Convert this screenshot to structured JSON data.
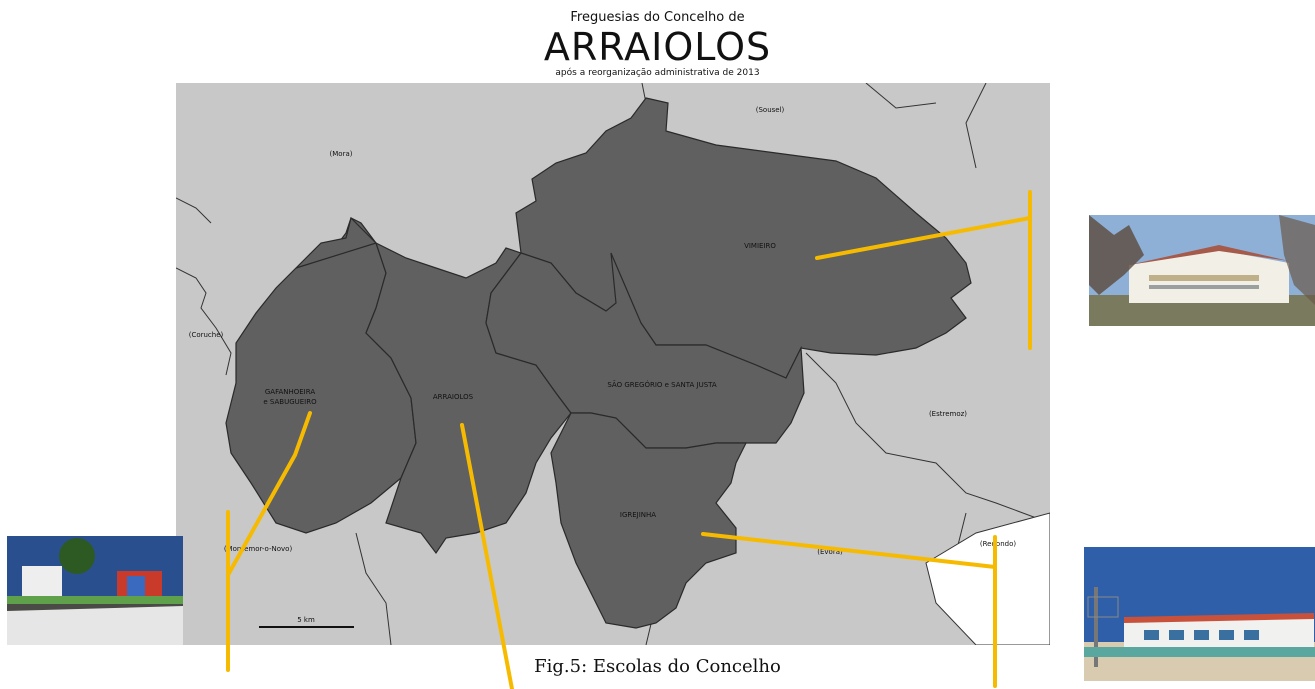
{
  "header": {
    "supertitle": "Freguesias do Concelho de",
    "title": "ARRAIOLOS",
    "subtitle": "após a reorganização administrativa de 2013"
  },
  "parishes": {
    "vimieiro": "VIMIEIRO",
    "gafanhoeira_line1": "GAFANHOEIRA",
    "gafanhoeira_line2": "e SABUGUEIRO",
    "arraiolos": "ARRAIOLOS",
    "sao_gregorio": "SÃO GREGÓRIO e SANTA JUSTA",
    "igrejinha": "IGREJINHA"
  },
  "neighbors": {
    "sousel": "(Sousel)",
    "mora": "(Mora)",
    "coruche": "(Coruche)",
    "estremoz": "(Estremoz)",
    "montemor": "(Montemor-o-Novo)",
    "evora": "(Évora)",
    "redondo": "(Redondo)"
  },
  "scale_bar": {
    "label": "5 km"
  },
  "caption": "Fig.5: Escolas do Concelho",
  "colors": {
    "map_background": "#c8c8c8",
    "parish_fill": "#606060",
    "border": "#333333",
    "leader_line": "#f6bb00"
  },
  "photos": [
    {
      "name": "school-photo-vimieiro",
      "icon": "school-building-photo"
    },
    {
      "name": "school-photo-gafanhoeira",
      "icon": "playground-photo"
    },
    {
      "name": "school-photo-redondo-side",
      "icon": "school-building-photo"
    }
  ]
}
